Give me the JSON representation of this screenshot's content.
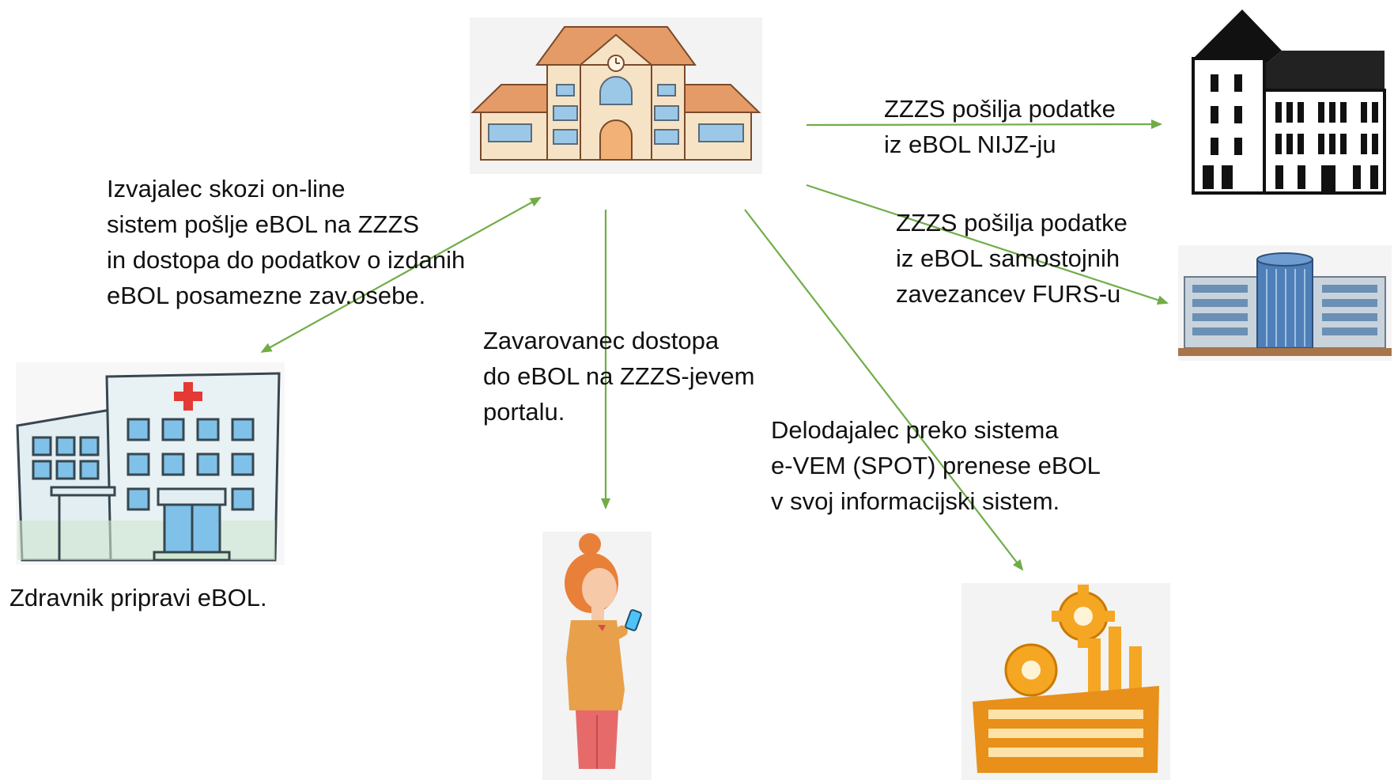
{
  "labels": {
    "izvajalec": [
      "Izvajalec skozi on-line",
      "sistem pošlje eBOL na ZZZS",
      "in dostopa do podatkov o izdanih",
      "eBOL posamezne zav.osebe."
    ],
    "nijz": [
      "ZZZS pošilja podatke",
      "iz eBOL NIJZ-ju"
    ],
    "furs": [
      "ZZZS pošilja podatke",
      "iz eBOL samostojnih",
      "zavezancev FURS-u"
    ],
    "zavarovanec": [
      "Zavarovanec dostopa",
      "do eBOL na ZZZS-jevem",
      "portalu."
    ],
    "delodajalec": [
      "Delodajalec preko sistema",
      "e-VEM (SPOT) prenese eBOL",
      "v svoj informacijski sistem."
    ],
    "zdravnik": "Zdravnik pripravi eBOL."
  },
  "colors": {
    "arrow": "#70ad47",
    "building_wall": "#f6e3c6",
    "building_roof": "#e59b68",
    "window": "#9cc8e8",
    "hospital_cross": "#e53935",
    "factory": "#f5a623"
  },
  "icons": [
    "zzzs-building-icon",
    "nijz-building-icon",
    "furs-building-icon",
    "hospital-icon",
    "insured-person-icon",
    "factory-icon"
  ]
}
